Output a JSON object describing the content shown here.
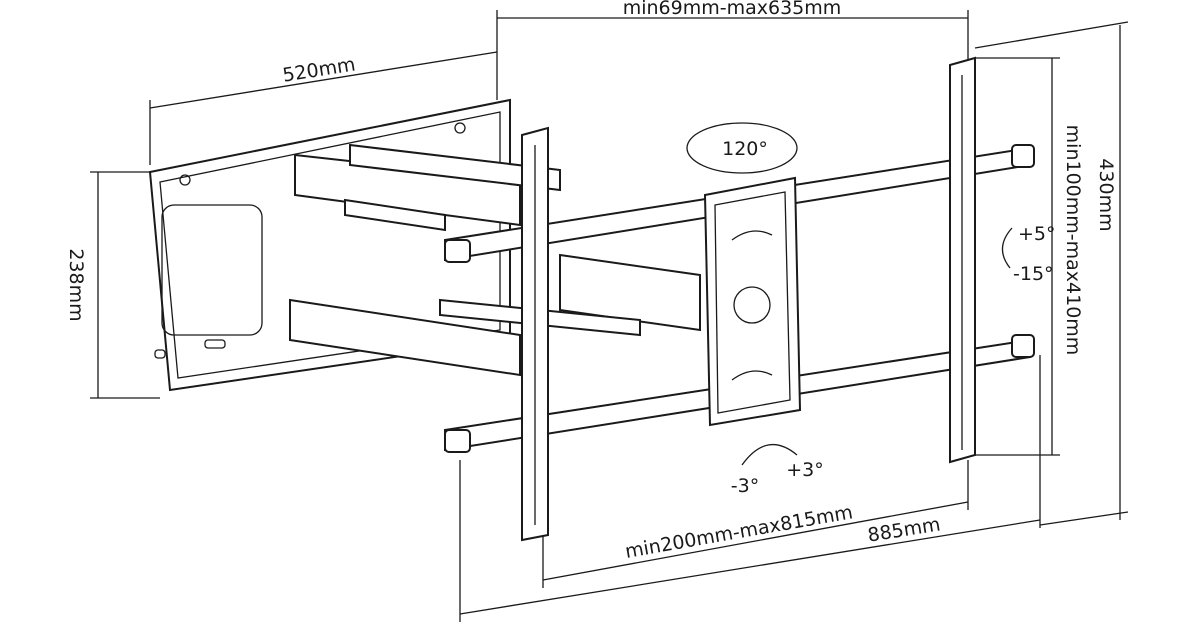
{
  "dimensions": {
    "wall_to_tv_depth": "min69mm-max635mm",
    "wall_plate_width": "520mm",
    "wall_plate_height": "238mm",
    "tilt_swivel": "120°",
    "tilt_up": "+5°",
    "tilt_down": "-15°",
    "overall_height": "430mm",
    "vesa_vertical": "min100mm-max410mm",
    "level_minus": "-3°",
    "level_plus": "+3°",
    "vesa_horizontal": "min200mm-max815mm",
    "overall_width": "885mm"
  },
  "colors": {
    "line": "#1a1a1a",
    "background": "#ffffff"
  }
}
